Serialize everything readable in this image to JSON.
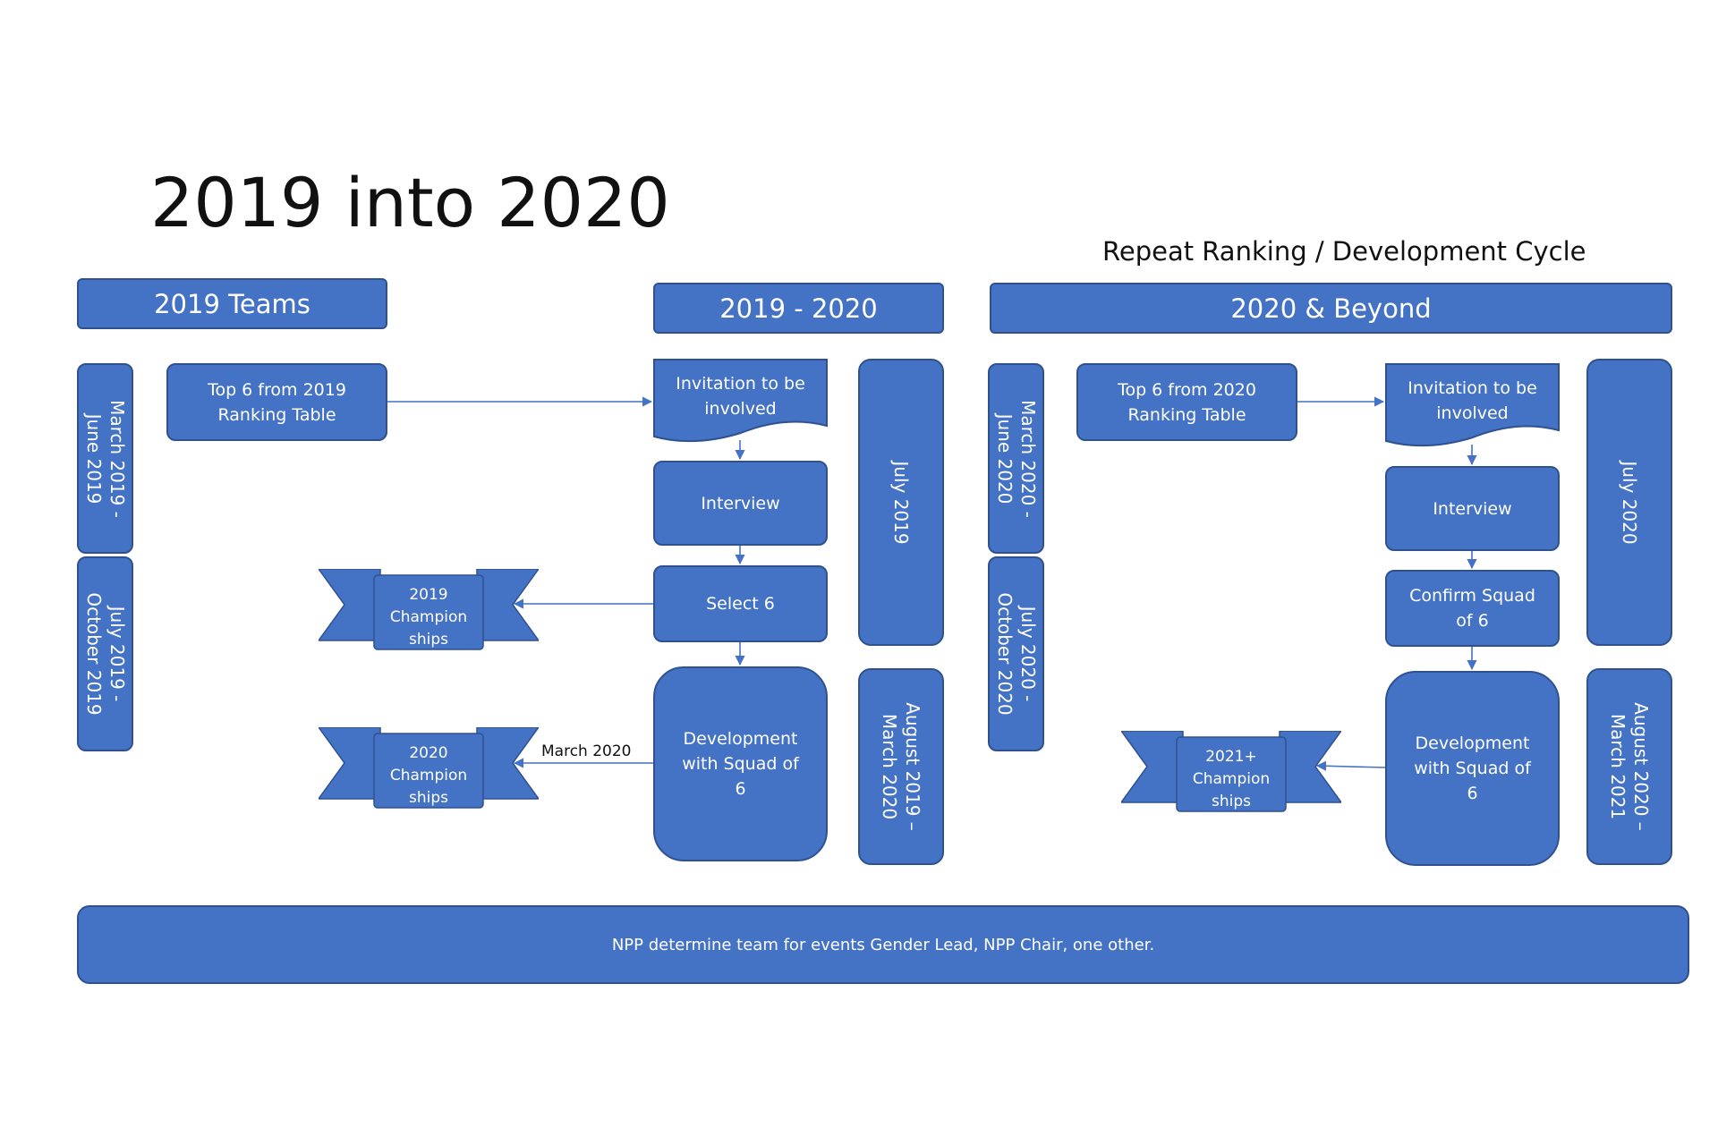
{
  "title": "2019 into 2020",
  "subtitle": "Repeat Ranking / Development Cycle",
  "headers": {
    "teams_2019": "2019 Teams",
    "season_2019_2020": "2019 - 2020",
    "beyond_2020": "2020 & Beyond"
  },
  "periods": {
    "mar_jun_2019": "March 2019 -\nJune 2019",
    "jul_oct_2019": "July 2019 -\nOctober 2019",
    "jul_2019": "July 2019",
    "aug_2019_mar_2020": "August 2019 –\nMarch 2020",
    "mar_jun_2020": "March 2020 -\nJune 2020",
    "jul_oct_2020": "July 2020 -\nOctober 2020",
    "jul_2020": "July 2020",
    "aug_2020_mar_2021": "August 2020 –\nMarch 2021"
  },
  "left_flow": {
    "top6": "Top 6 from 2019 Ranking Table",
    "invitation": "Invitation to be involved",
    "interview": "Interview",
    "select": "Select 6",
    "development": "Development with Squad of 6",
    "champ_2019": "2019\nChampion\nships",
    "champ_2020": "2020\nChampion\nships",
    "arrow_label": "March 2020"
  },
  "right_flow": {
    "top6": "Top 6 from 2020 Ranking Table",
    "invitation": "Invitation to be involved",
    "interview": "Interview",
    "confirm": "Confirm Squad of 6",
    "development": "Development with Squad of 6",
    "champ_2021": "2021+\nChampion\nships"
  },
  "footer": "NPP determine team for events Gender Lead, NPP Chair, one other.",
  "colors": {
    "fill": "#4472C4",
    "border": "#2F528F",
    "text": "#FFFFFF"
  }
}
